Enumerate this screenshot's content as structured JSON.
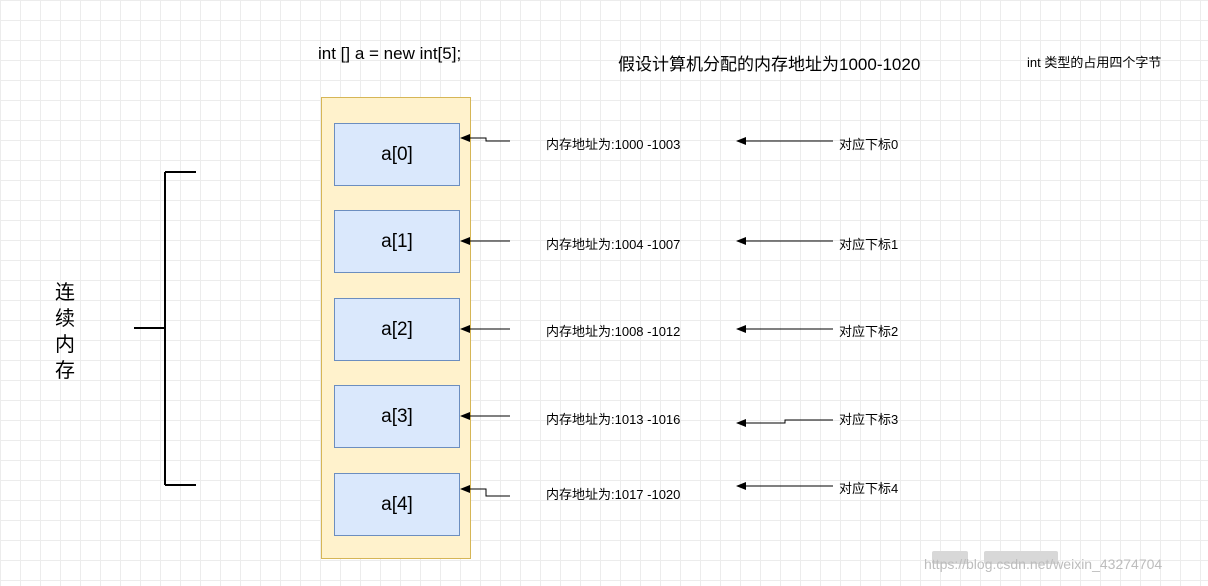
{
  "code": "int [] a = new int[5];",
  "title": "假设计算机分配的内存地址为1000-1020",
  "note": "int 类型的占用四个字节",
  "side_label": [
    "连",
    "续",
    "内",
    "存"
  ],
  "cells": [
    {
      "label": "a[0]",
      "address": "内存地址为:1000 -1003",
      "index": "对应下标0"
    },
    {
      "label": "a[1]",
      "address": "内存地址为:1004 -1007",
      "index": "对应下标1"
    },
    {
      "label": "a[2]",
      "address": "内存地址为:1008 -1012",
      "index": "对应下标2"
    },
    {
      "label": "a[3]",
      "address": "内存地址为:1013 -1016",
      "index": "对应下标3"
    },
    {
      "label": "a[4]",
      "address": "内存地址为:1017 -1020",
      "index": "对应下标4"
    }
  ],
  "watermark": "https://blog.csdn.net/weixin_43274704",
  "colors": {
    "array_fill": "#fff2cc",
    "array_border": "#d6b656",
    "cell_fill": "#dae8fc",
    "cell_border": "#6c8ebf"
  }
}
